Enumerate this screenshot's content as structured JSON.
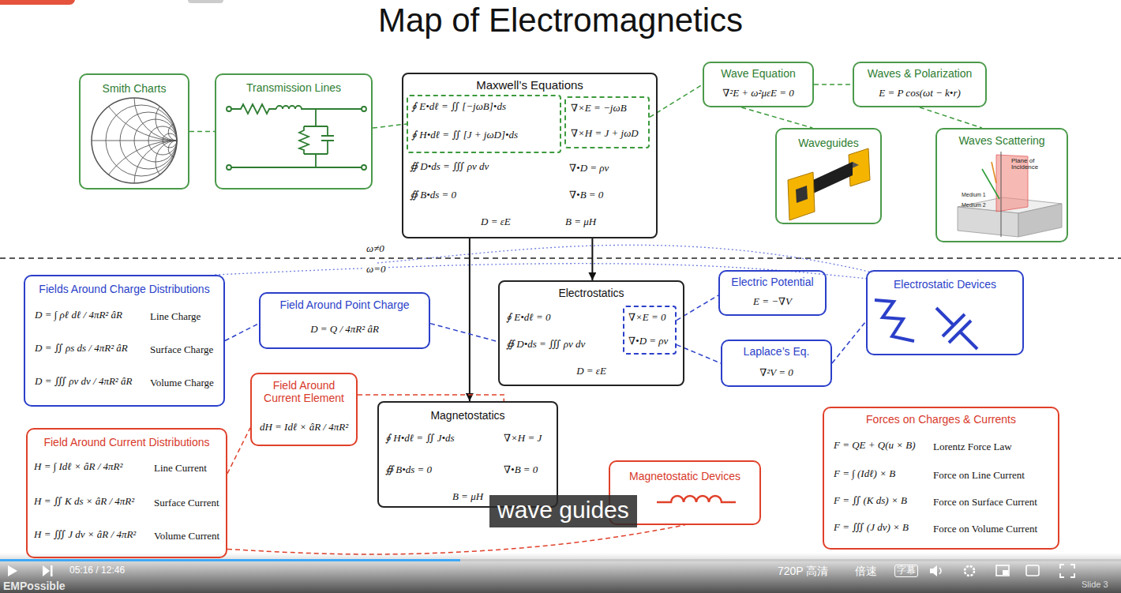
{
  "diagram": {
    "title": "Map of Electromagnetics",
    "nodes": [
      {
        "text": [
          "Smith Charts"
        ]
      },
      {
        "text": [
          "Transmission Lines"
        ]
      },
      {
        "text": [
          "Maxwell’s Equations",
          "∯ D•ds = ∭ ρv dv",
          "∇•D = ρv",
          "∯ B•ds = 0",
          "∇•B = 0",
          "D = εE",
          "B = μH"
        ]
      },
      {
        "text": [
          "∮ E•dℓ = ∬ [−jωB]•ds",
          "∮ H•dℓ = ∬ [J + jωD]•ds"
        ],
        "in": 2
      },
      {
        "text": [
          "∇×E = −jωB",
          "∇×H = J + jωD"
        ],
        "in": 2
      },
      {
        "text": [
          "Wave Equation",
          "∇²E + ω²μεE = 0"
        ]
      },
      {
        "text": [
          "Waves & Polarization",
          "E = P cos(ωt − k•r)"
        ]
      },
      {
        "text": [
          "Waveguides"
        ]
      },
      {
        "text": [
          "Waves Scattering"
        ]
      },
      {
        "text": [
          "Fields Around Charge Distributions",
          "D = ∫ ρℓ dℓ / 4πR² âR",
          "Line Charge",
          "D = ∬ ρs ds / 4πR² âR",
          "Surface Charge",
          "D = ∭ ρv dv / 4πR² âR",
          "Volume Charge"
        ]
      },
      {
        "text": [
          "Field Around Point Charge",
          "D = Q / 4πR² âR"
        ]
      },
      {
        "text": [
          "Electrostatics",
          "∮ E•dℓ = 0",
          "∯ D•ds = ∭ ρv dv",
          "D = εE"
        ]
      },
      {
        "text": [
          "∇×E = 0",
          "∇•D = ρv"
        ],
        "in": 11
      },
      {
        "text": [
          "Electric Potential",
          "E = −∇V"
        ]
      },
      {
        "text": [
          "Laplace’s Eq.",
          "∇²V = 0"
        ]
      },
      {
        "text": [
          "Electrostatic Devices"
        ]
      },
      {
        "text": [
          "Field Around Current Element",
          "dH = Idℓ × âR / 4πR²"
        ]
      },
      {
        "text": [
          "Magnetostatics",
          "∮ H•dℓ = ∬ J•ds",
          "∇×H = J",
          "∯ B•ds = 0",
          "∇•B = 0",
          "B = μH"
        ]
      },
      {
        "text": [
          "Field Around Current Distributions",
          "H = ∫ Idℓ × âR / 4πR²",
          "Line Current",
          "H = ∬ K ds × âR / 4πR²",
          "Surface Current",
          "H = ∭ J dv × âR / 4πR²",
          "Volume Current"
        ]
      },
      {
        "text": [
          "Magnetostatic Devices"
        ]
      },
      {
        "text": [
          "Forces on Charges & Currents",
          "F = QE + Q(u × B)",
          "Lorentz Force Law",
          "F = ∫ (Idℓ) × B",
          "Force on Line Current",
          "F = ∬ (K ds) × B",
          "Force on Surface Current",
          "F = ∭ (J dv) × B",
          "Force on Volume Current"
        ]
      }
    ],
    "edges": [
      {
        "from": 0,
        "to": 1,
        "arrow": "none"
      },
      {
        "from": 1,
        "to": 3,
        "arrow": "none"
      },
      {
        "from": 4,
        "to": 5,
        "arrow": "none"
      },
      {
        "from": 5,
        "to": 6,
        "arrow": "none"
      },
      {
        "from": 5,
        "to": 7,
        "arrow": "none"
      },
      {
        "from": 6,
        "to": 8,
        "arrow": "none"
      },
      {
        "from": 2,
        "to": 11,
        "arrow": "to"
      },
      {
        "from": 2,
        "to": 17,
        "arrow": "to"
      },
      {
        "from": 9,
        "to": 10,
        "arrow": "none"
      },
      {
        "from": 10,
        "to": 11,
        "arrow": "none"
      },
      {
        "from": 12,
        "to": 13,
        "arrow": "none"
      },
      {
        "from": 12,
        "to": 14,
        "arrow": "none"
      },
      {
        "from": 14,
        "to": 15,
        "arrow": "none"
      },
      {
        "from": 9,
        "to": 15,
        "arrow": "none"
      },
      {
        "from": 16,
        "to": 17,
        "arrow": "none"
      },
      {
        "from": 18,
        "to": 16,
        "arrow": "none"
      },
      {
        "from": 18,
        "to": 19,
        "arrow": "none"
      }
    ],
    "labels": [
      "ω≠0",
      "ω=0",
      "Plane of Incidence",
      "Medium 1",
      "Medium 2",
      "wave guides",
      "05:16 / 12:46",
      "720P 高清",
      "倍速",
      "字幕",
      "EMPossible",
      "Slide 3"
    ]
  }
}
